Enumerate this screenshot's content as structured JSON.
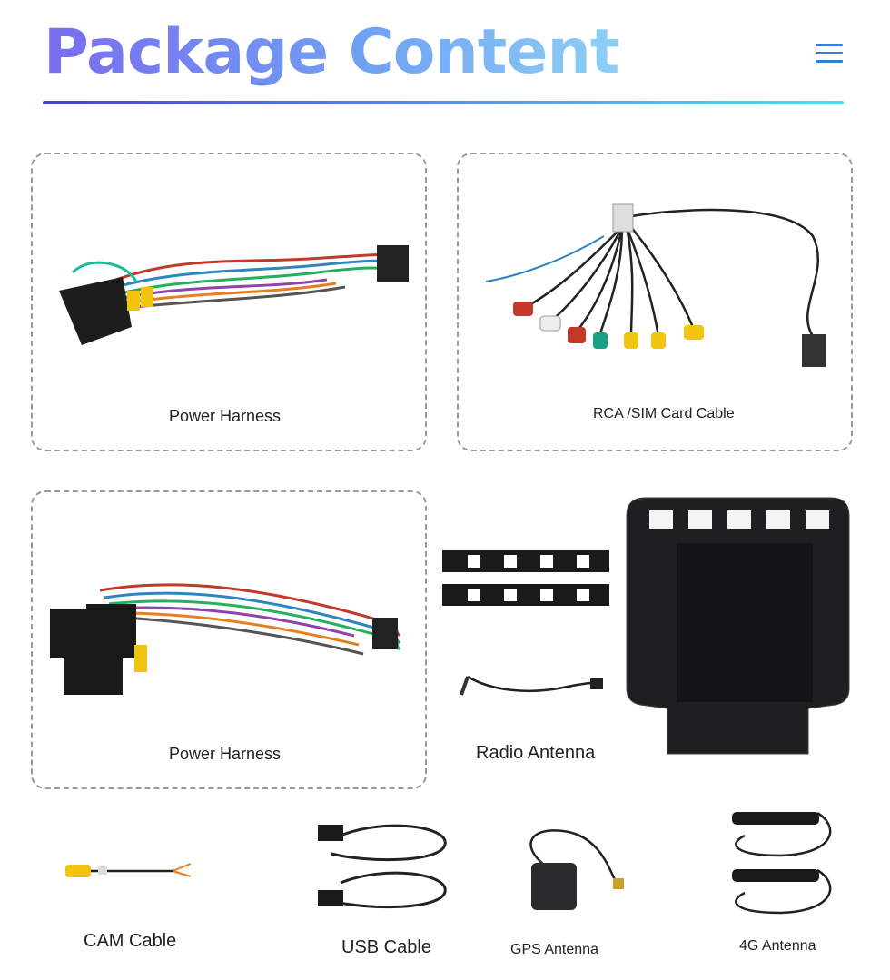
{
  "header": {
    "title": "Package Content",
    "menu_icon": "hamburger-menu-icon"
  },
  "items": [
    {
      "label": "Power Harness"
    },
    {
      "label": "RCA /SIM Card Cable"
    },
    {
      "label": "Power Harness"
    },
    {
      "label": "Radio Antenna"
    },
    {
      "label": "CAM Cable"
    },
    {
      "label": "USB Cable"
    },
    {
      "label": "GPS Antenna"
    },
    {
      "label": "4G Antenna"
    }
  ],
  "colors": {
    "title_gradient_start": "#7a6cf0",
    "title_gradient_end": "#8dd0f6",
    "accent_blue": "#2f80d8",
    "card_border": "#9a9a9a"
  }
}
